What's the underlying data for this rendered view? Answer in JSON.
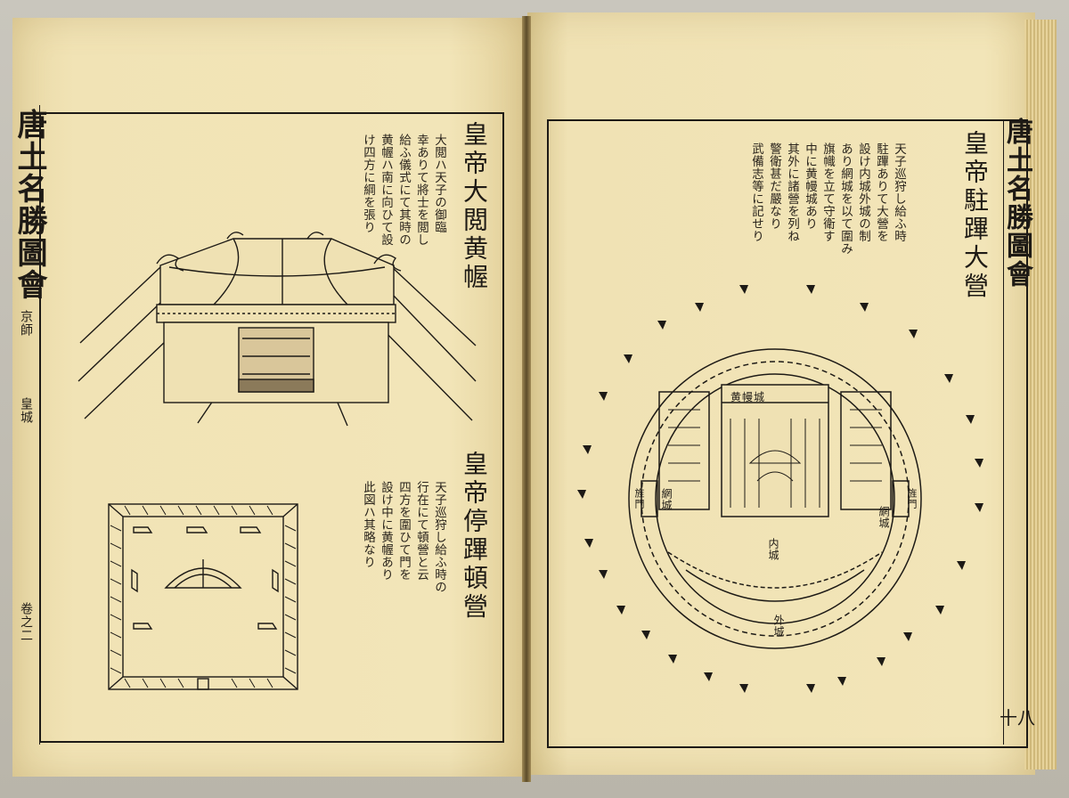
{
  "book": {
    "title": "唐土名勝圖會",
    "section": "京師",
    "subsection": "皇城",
    "volume": "卷之二",
    "right_margin_title": "唐土名勝圖會",
    "page_number": "十八"
  },
  "left_page": {
    "caption_1": "皇帝大閲黄幄",
    "text_1": [
      "大閲ハ天子の御臨",
      "幸ありて將士を閲し",
      "給ふ儀式にて其時の",
      "黄幄ハ南に向ひて設",
      "け四方に綱を張り"
    ],
    "caption_2": "皇帝停蹕頓營",
    "text_2": [
      "天子巡狩し給ふ時の",
      "行在にて頓營と云",
      "四方を圍ひて門を",
      "設け中に黄幄あり",
      "此図ハ其略なり"
    ]
  },
  "right_page": {
    "caption": "皇帝駐蹕大營",
    "text": [
      "天子巡狩し給ふ時",
      "駐蹕ありて大營を",
      "設け内城外城の制",
      "あり網城を以て圍み",
      "旗幟を立て守衛す",
      "中に黄幔城あり",
      "其外に諸營を列ね",
      "警衛甚だ嚴なり",
      "武備志等に記せり"
    ],
    "labels": {
      "yellow_curtain_city": "黄幔城",
      "net_city_left": "網城",
      "net_city_right": "網城",
      "inner_city": "内城",
      "outer_city": "外城",
      "gate_left": "旌門",
      "gate_right": "旌門"
    }
  }
}
